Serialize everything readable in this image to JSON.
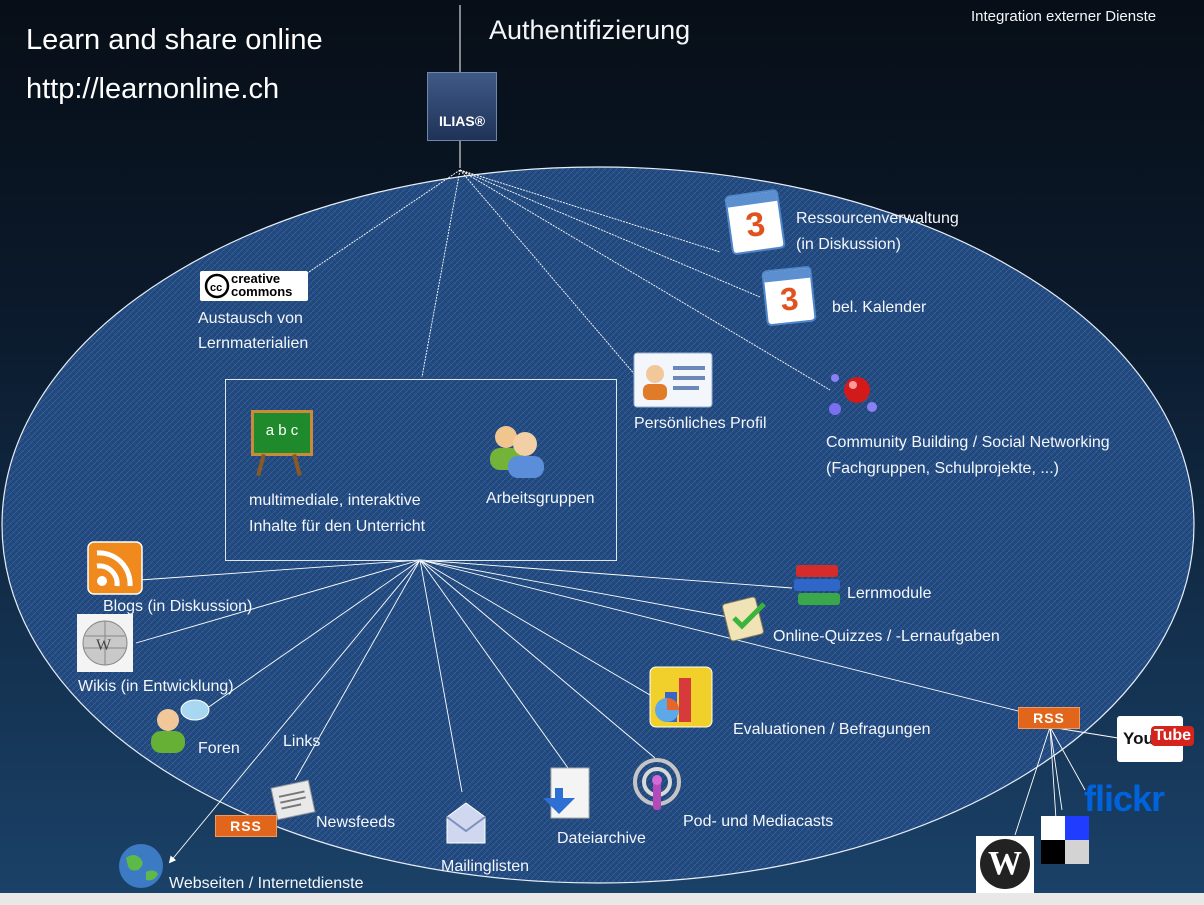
{
  "header": {
    "title_line1": "Learn and share online",
    "title_line2": "http://learnonline.ch",
    "auth": "Authentifizierung",
    "integration": "Integration externer Dienste"
  },
  "ilias_logo": "ILIAS®",
  "nodes": {
    "cc_logo_text": "creative commons",
    "austausch_1": "Austausch von",
    "austausch_2": "Lernmaterialien",
    "ressourcen_1": "Ressourcenverwaltung",
    "ressourcen_2": "(in Diskussion)",
    "kalender": "bel. Kalender",
    "profil": "Persönliches Profil",
    "community_1": "Community Building / Social Networking",
    "community_2": "(Fachgruppen, Schulprojekte, ...)",
    "multimedia_1": "multimediale, interaktive",
    "multimedia_2": "Inhalte für den Unterricht",
    "arbeitsgruppen": "Arbeitsgruppen",
    "blogs": "Blogs (in Diskussion)",
    "wikis": "Wikis (in Entwicklung)",
    "foren": "Foren",
    "links": "Links",
    "newsfeeds": "Newsfeeds",
    "webseiten": "Webseiten / Internetdienste",
    "mailinglisten": "Mailinglisten",
    "dateiarchive": "Dateiarchive",
    "podcasts": "Pod- und Mediacasts",
    "evaluationen": "Evaluationen / Befragungen",
    "lernmodule": "Lernmodule",
    "quizzes": "Online-Quizzes / -Lernaufgaben"
  },
  "rss_label": "RSS",
  "calendar_number": "3",
  "chalkboard_text": "a b c",
  "external": {
    "youtube_a": "You",
    "youtube_b": "Tube",
    "flickr": "flickr",
    "wordpress": "W"
  },
  "icons": [
    "ilias-logo",
    "creative-commons-icon",
    "calendar-icon",
    "profile-card-icon",
    "molecule-icon",
    "chalkboard-icon",
    "group-icon",
    "rss-feed-icon",
    "wikipedia-globe-icon",
    "chat-user-icon",
    "newspaper-icon",
    "globe-icon",
    "envelope-icon",
    "file-download-icon",
    "podcast-icon",
    "chart-icon",
    "books-icon",
    "clipboard-check-icon",
    "youtube-logo",
    "flickr-logo",
    "wordpress-logo",
    "delicious-logo"
  ],
  "colors": {
    "ellipse": "#2b5288",
    "rss": "#e2651c",
    "flickr_blue": "#0063dc",
    "flickr_pink": "#ff0084"
  }
}
